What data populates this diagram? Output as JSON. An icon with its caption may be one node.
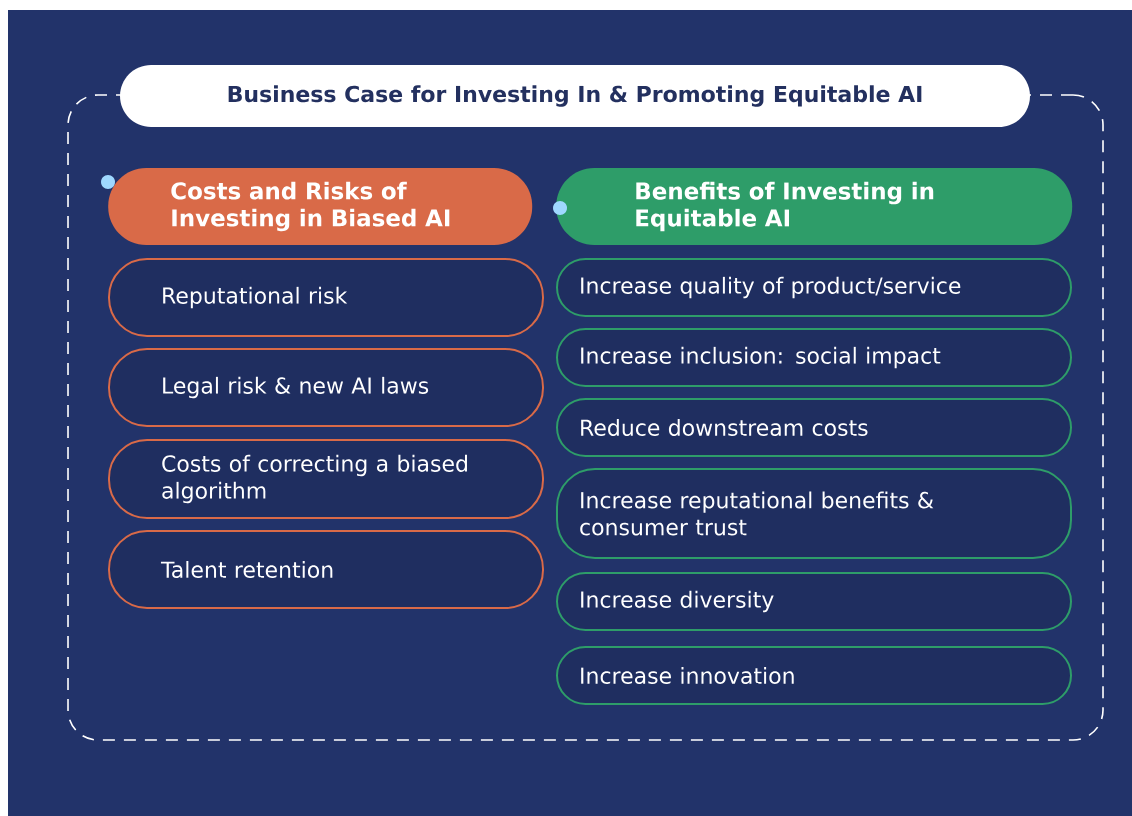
{
  "diagram": {
    "nodes": [
      {
        "text": [
          "Business Case for Investing In & Promoting Equitable AI"
        ]
      },
      {
        "text": [
          "Costs and Risks of Investing in Biased AI"
        ],
        "in": 0
      },
      {
        "text": [
          "Reputational risk"
        ],
        "in": 0
      },
      {
        "text": [
          "Legal risk & new AI laws"
        ],
        "in": 0
      },
      {
        "text": [
          "Costs of correcting a biased algorithm"
        ],
        "in": 0
      },
      {
        "text": [
          "Talent retention"
        ],
        "in": 0
      },
      {
        "text": [
          "Benefits of Investing in Equitable AI"
        ],
        "in": 0
      },
      {
        "text": [
          "Increase quality of product/service"
        ],
        "in": 0
      },
      {
        "text": [
          "Increase inclusion: social impact"
        ],
        "in": 0
      },
      {
        "text": [
          "Reduce downstream costs"
        ],
        "in": 0
      },
      {
        "text": [
          "Increase reputational benefits & consumer trust"
        ],
        "in": 0
      },
      {
        "text": [
          "Increase diversity"
        ],
        "in": 0
      },
      {
        "text": [
          "Increase innovation"
        ],
        "in": 0
      }
    ]
  }
}
